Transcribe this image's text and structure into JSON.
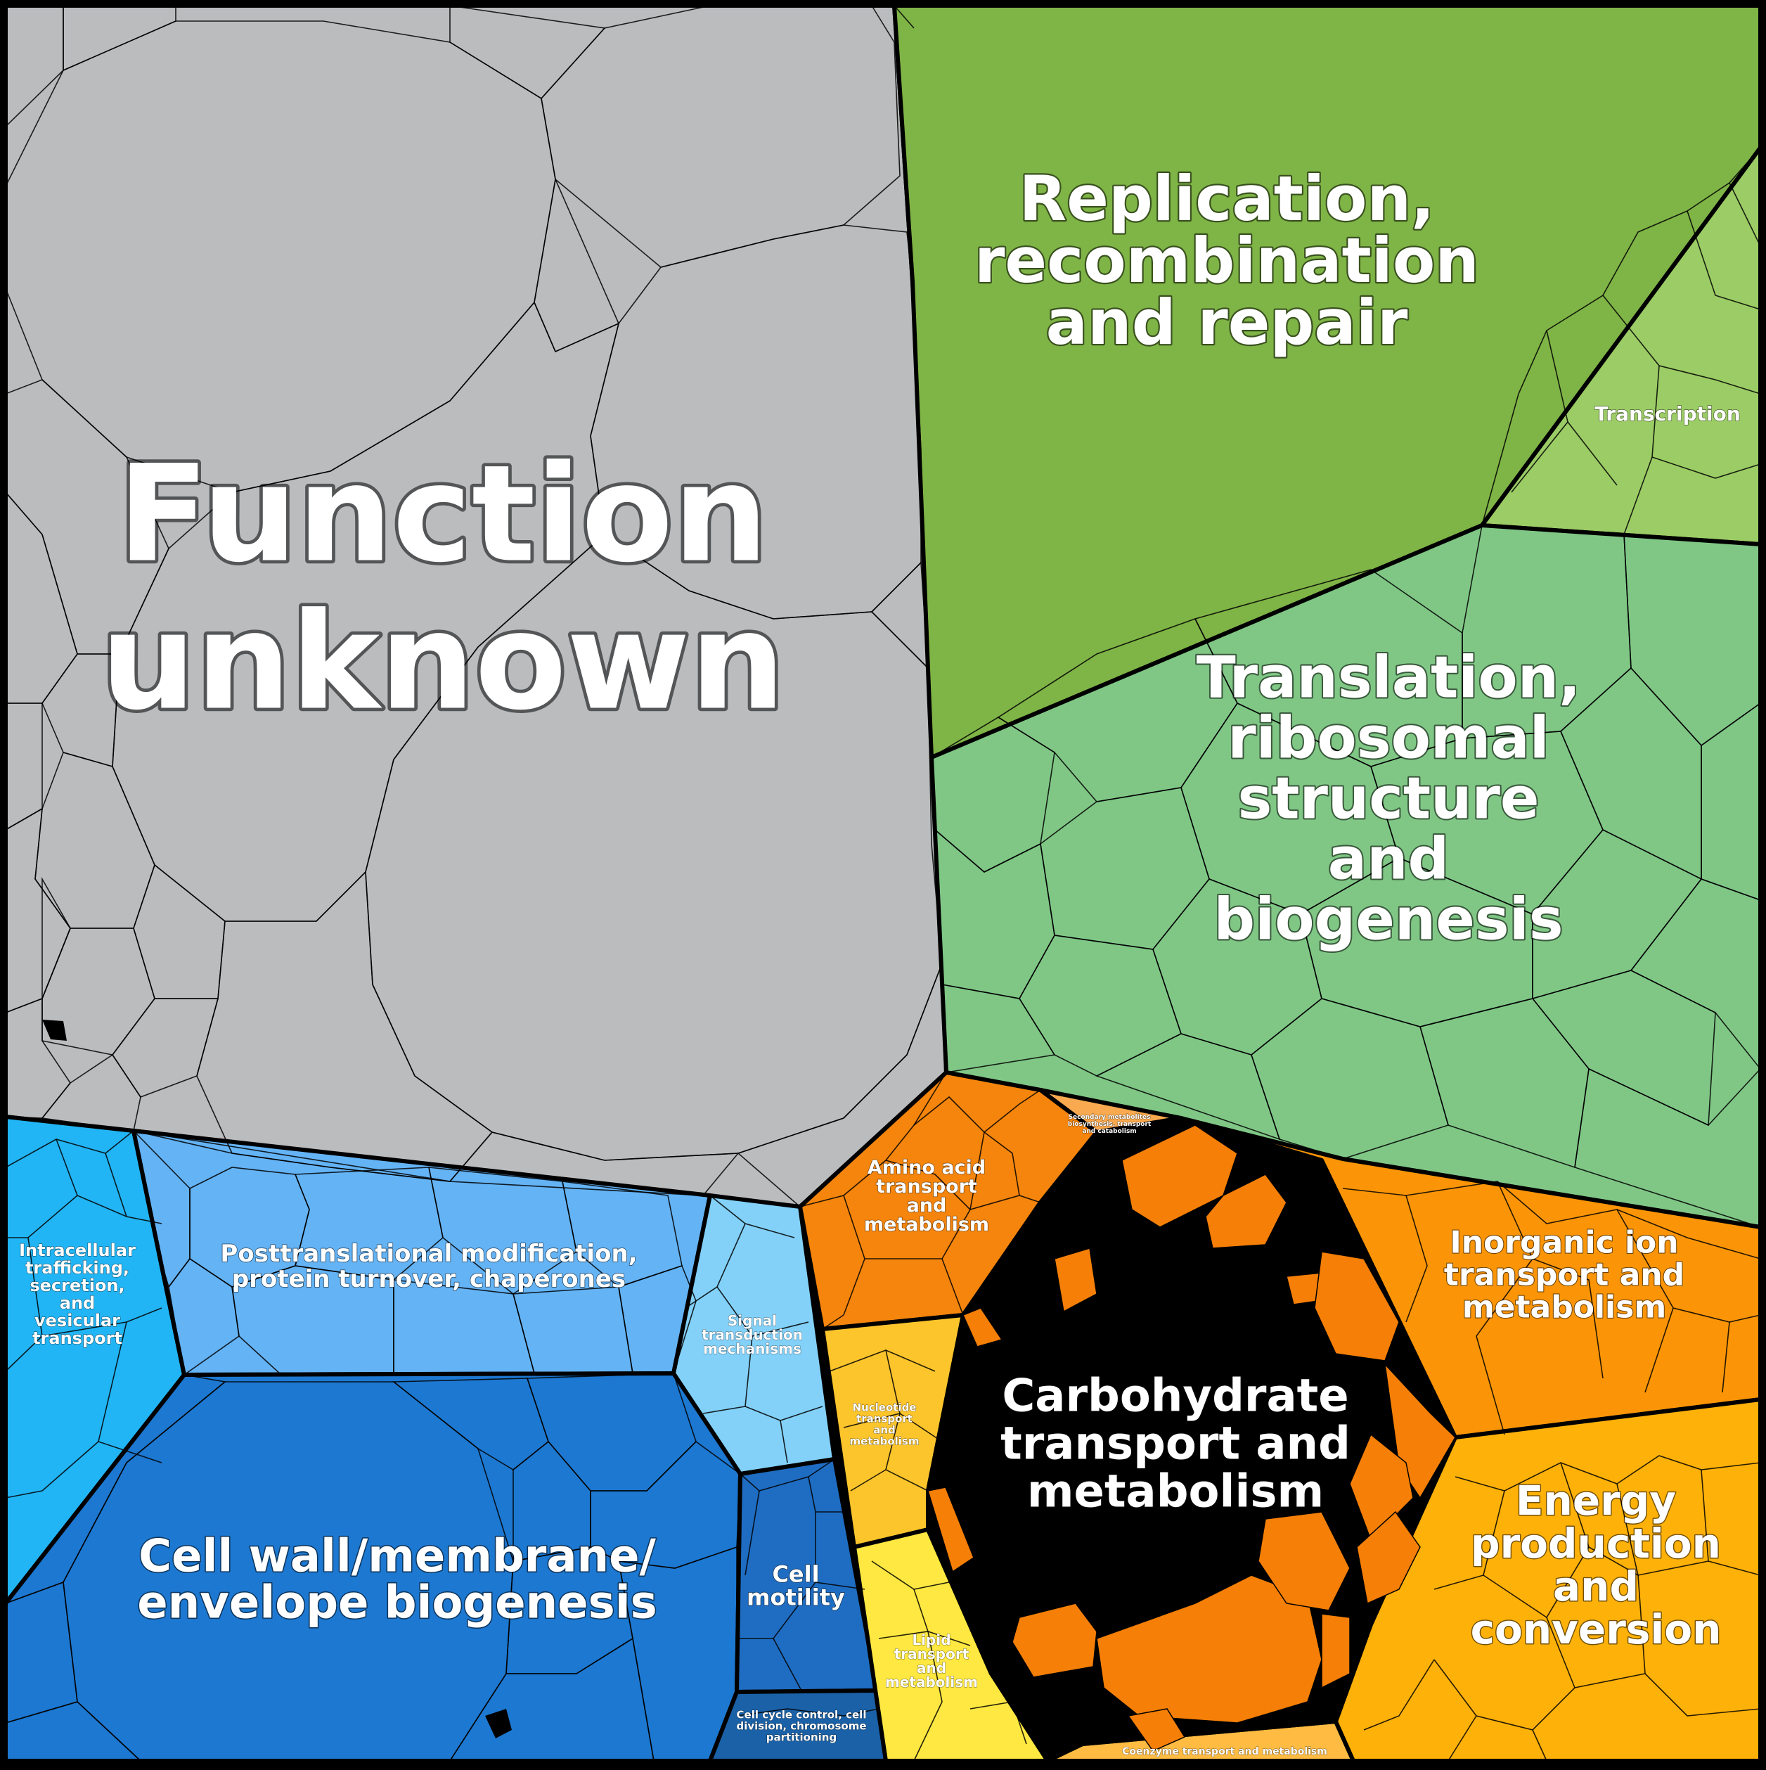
{
  "diagram": {
    "type": "voronoi-treemap",
    "regions": [
      {
        "id": "function-unknown",
        "label": [
          "Function",
          "unknown"
        ],
        "color": "#bbbcbe"
      },
      {
        "id": "replication",
        "label": [
          "Replication,",
          "recombination",
          "and repair"
        ],
        "color": "#7fb446"
      },
      {
        "id": "transcription",
        "label": [
          "Transcription"
        ],
        "color": "#9ccc65"
      },
      {
        "id": "translation",
        "label": [
          "Translation,",
          "ribosomal",
          "structure",
          "and",
          "biogenesis"
        ],
        "color": "#80c786"
      },
      {
        "id": "intracellular",
        "label": [
          "Intracellular",
          "trafficking,",
          "secretion,",
          "and",
          "vesicular",
          "transport"
        ],
        "color": "#22b5f5"
      },
      {
        "id": "posttranslational",
        "label": [
          "Posttranslational modification,",
          "protein turnover, chaperones"
        ],
        "color": "#64b3f5"
      },
      {
        "id": "signal",
        "label": [
          "Signal",
          "transduction",
          "mechanisms"
        ],
        "color": "#83d1f9"
      },
      {
        "id": "cell-wall",
        "label": [
          "Cell wall/membrane/",
          "envelope biogenesis"
        ],
        "color": "#1d78d1"
      },
      {
        "id": "cell-motility",
        "label": [
          "Cell",
          "motility"
        ],
        "color": "#1f6dc2"
      },
      {
        "id": "cell-cycle",
        "label": [
          "Cell cycle control, cell",
          "division, chromosome",
          "partitioning"
        ],
        "color": "#1a61a7"
      },
      {
        "id": "amino-acid",
        "label": [
          "Amino acid",
          "transport",
          "and",
          "metabolism"
        ],
        "color": "#f5850c"
      },
      {
        "id": "secondary",
        "label": [
          "Secondary metabolites",
          "biosynthesis, transport",
          "and catabolism"
        ],
        "color": "#f9a94f"
      },
      {
        "id": "inorganic",
        "label": [
          "Inorganic ion",
          "transport and",
          "metabolism"
        ],
        "color": "#fb9507"
      },
      {
        "id": "nucleotide",
        "label": [
          "Nucleotide",
          "transport",
          "and",
          "metabolism"
        ],
        "color": "#fdc52c"
      },
      {
        "id": "carbohydrate",
        "label": [
          "Carbohydrate",
          "transport and",
          "metabolism"
        ],
        "color": "#000000",
        "accent": "#f57f07"
      },
      {
        "id": "lipid",
        "label": [
          "Lipid",
          "transport",
          "and",
          "metabolism"
        ],
        "color": "#ffe841"
      },
      {
        "id": "energy",
        "label": [
          "Energy",
          "production",
          "and",
          "conversion"
        ],
        "color": "#feb109"
      },
      {
        "id": "coenzyme",
        "label": [
          "Coenzyme transport and metabolism"
        ],
        "color": "#ffbb42"
      }
    ]
  }
}
